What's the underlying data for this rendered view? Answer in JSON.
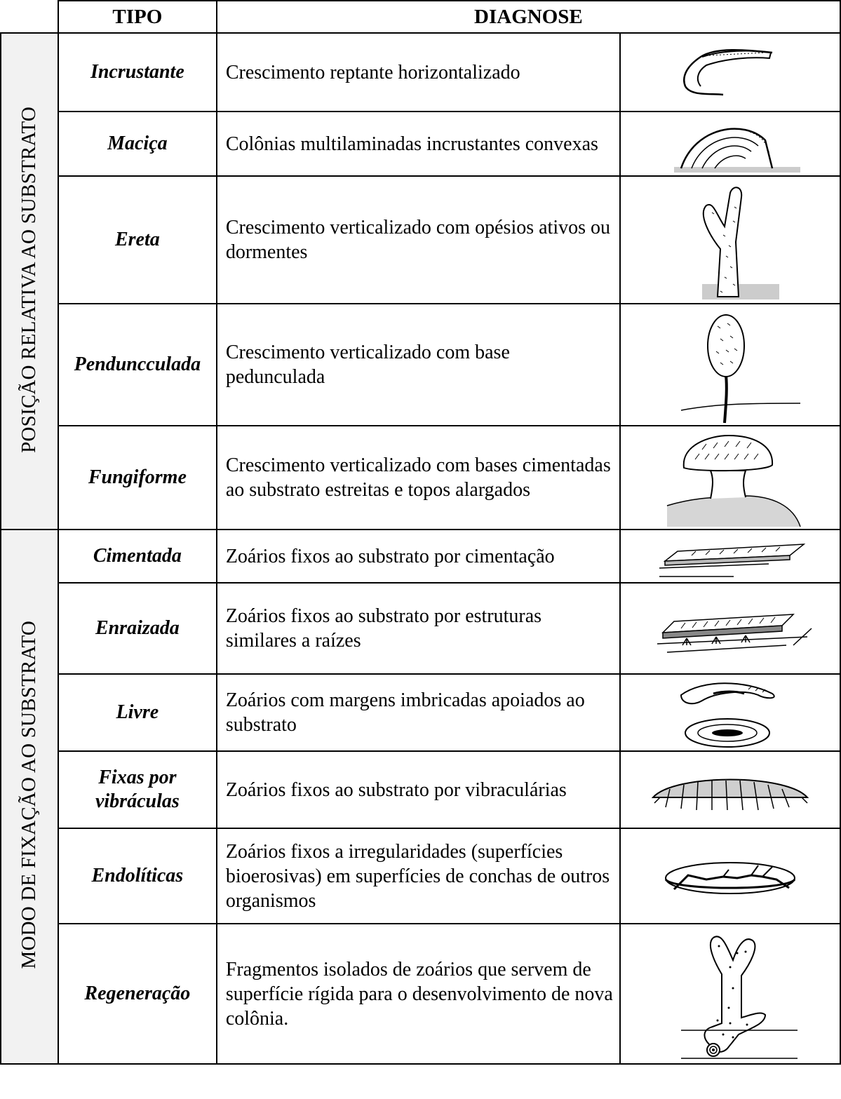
{
  "header": {
    "tipo": "TIPO",
    "diagnose": "DIAGNOSE"
  },
  "groups": [
    {
      "label": "POSIÇÃO RELATIVA AO SUBSTRATO"
    },
    {
      "label": "MODO DE FIXAÇÃO AO SUBSTRATO"
    }
  ],
  "rows": [
    {
      "tipo": "Incrustante",
      "diagnose": "Crescimento reptante horizontalizado",
      "icon": "incrusting-form-icon"
    },
    {
      "tipo": "Maciça",
      "diagnose": "Colônias multilaminadas incrustantes convexas",
      "icon": "massive-form-icon"
    },
    {
      "tipo": "Ereta",
      "diagnose": "Crescimento verticalizado com opésios ativos ou dormentes",
      "icon": "erect-form-icon"
    },
    {
      "tipo": "Penduncculada",
      "diagnose": "Crescimento verticalizado com base pedunculada",
      "icon": "pedunculate-form-icon"
    },
    {
      "tipo": "Fungiforme",
      "diagnose": "Crescimento verticalizado com bases cimentadas ao substrato estreitas e topos alargados",
      "icon": "fungiform-form-icon"
    },
    {
      "tipo": "Cimentada",
      "diagnose": "Zoários fixos ao substrato por cimentação",
      "icon": "cemented-form-icon"
    },
    {
      "tipo": "Enraizada",
      "diagnose": "Zoários fixos ao substrato por estruturas similares a raízes",
      "icon": "rooted-form-icon"
    },
    {
      "tipo": "Livre",
      "diagnose": "Zoários com margens imbricadas apoiados ao substrato",
      "icon": "free-form-icon"
    },
    {
      "tipo": "Fixas por vibráculas",
      "diagnose": "Zoários fixos ao substrato por vibraculárias",
      "icon": "vibracula-form-icon"
    },
    {
      "tipo": "Endolíticas",
      "diagnose": "Zoários fixos a irregularidades (superfícies bioerosivas) em superfícies de conchas de outros organismos",
      "icon": "endolithic-form-icon"
    },
    {
      "tipo": "Regeneração",
      "diagnose": "Fragmentos isolados de zoários que servem de superfície rígida para o desenvolvimento de nova colônia.",
      "icon": "regeneration-form-icon"
    }
  ]
}
